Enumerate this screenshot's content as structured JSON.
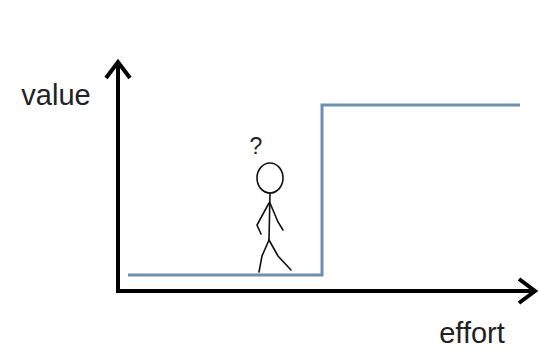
{
  "diagram": {
    "labels": [
      "value",
      "effort",
      "?"
    ]
  }
}
